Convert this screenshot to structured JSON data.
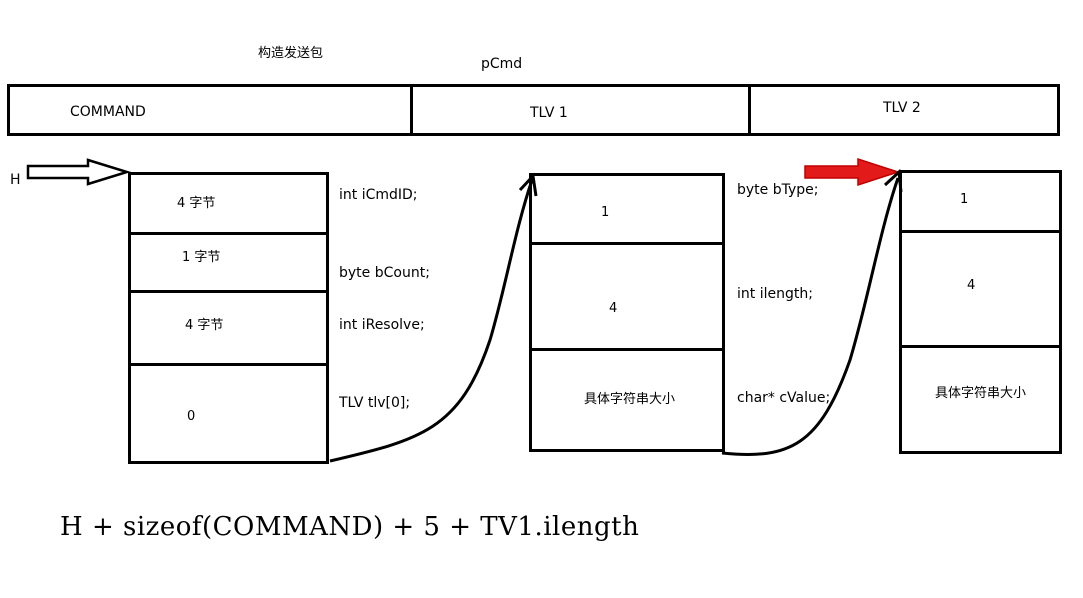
{
  "header": {
    "title": "构造发送包",
    "pointer_label": "pCmd"
  },
  "packet_bar": {
    "segments": [
      "COMMAND",
      "TLV 1",
      "TLV 2"
    ]
  },
  "command_struct": {
    "start_label": "H",
    "cells": [
      "4  字节",
      "1  字节",
      "4  字节",
      "0"
    ],
    "fields": [
      "int iCmdID;",
      "byte bCount;",
      "int iResolve;",
      "TLV tlv[0];"
    ]
  },
  "tlv1_struct": {
    "cells": [
      "1",
      "4",
      "具体字符串大小"
    ],
    "fields": [
      "byte bType;",
      "int ilength;",
      "char* cValue;"
    ]
  },
  "tlv2_struct": {
    "cells": [
      "1",
      "4",
      "具体字符串大小"
    ]
  },
  "formula": "H + sizeof(COMMAND) + 5 + TV1.ilength",
  "colors": {
    "line": "#000000",
    "highlight_arrow": "#e31a1a"
  },
  "icons": [
    "outline-arrow-icon",
    "red-arrow-icon"
  ]
}
